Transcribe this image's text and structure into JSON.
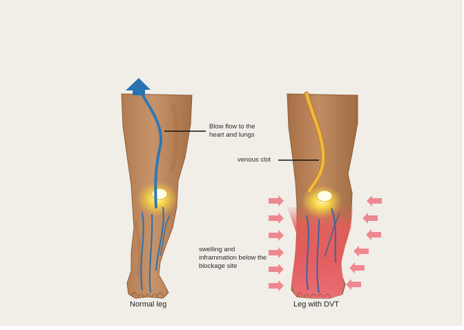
{
  "labels": {
    "blood_flow": [
      "Blow flow to the",
      "heart and lungs"
    ],
    "venous_clot": "venous clot",
    "swelling": [
      "swelling and",
      "inframmation below the",
      "blockage site"
    ]
  },
  "captions": {
    "normal": "Normal leg",
    "dvt": "Leg with DVT"
  },
  "colors": {
    "background": "#f1eee8",
    "skin": "#c08a5e",
    "vein": "#2f78b4",
    "clot": "#f0b23d",
    "joint": "#f6d23a",
    "inflammation": "#e24f55",
    "arrows": "#ee8890"
  }
}
